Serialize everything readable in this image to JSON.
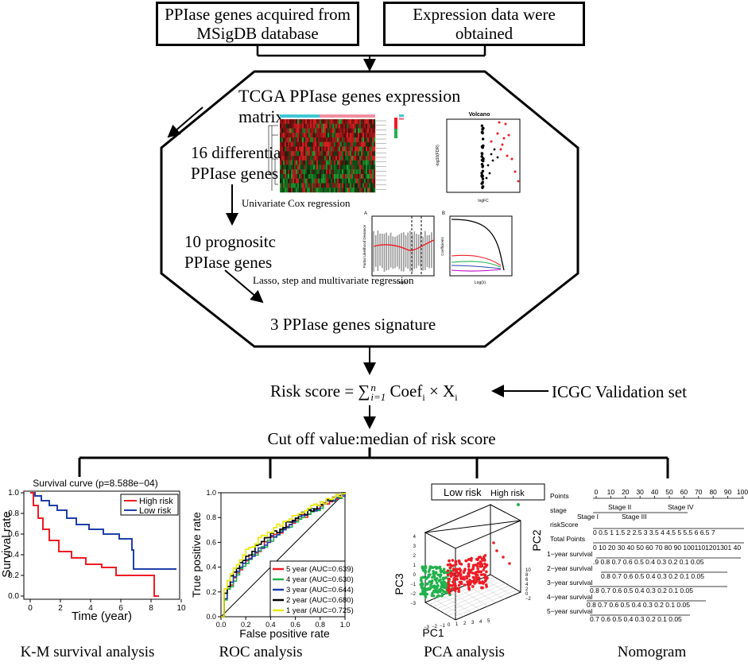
{
  "source_boxes": {
    "left": "PPIase genes acquired from MSigDB database",
    "left_line1": "PPIase genes acquired from",
    "left_line2": "MSigDB database",
    "right": "Expression data were obtained"
  },
  "octagon": {
    "title": "TCGA PPIase genes expression matrix",
    "diff_genes_line1": "16 differential",
    "diff_genes_line2": "PPIase genes",
    "univariate": "Univariate Cox regression",
    "prog_genes_line1": "10 prognositc",
    "prog_genes_line2": "PPIase genes",
    "lasso": "Lasso, step and multivariate regression",
    "signature": "3 PPIase genes signature",
    "volcano_title": "Volcano",
    "volcano_xlabel": "logFC",
    "volcano_ylabel": "-log10(FDR)",
    "lasso_a_label": "A",
    "lasso_b_label": "B",
    "lasso_xlabel": "Log(λ)",
    "lasso_a_ylabel": "Partial Likelihood Deviance",
    "lasso_b_ylabel": "Coefficients"
  },
  "formula": {
    "risk_score": "Risk score = ∑",
    "sub": "i=1",
    "sup": "n",
    "rest": " Coef",
    "coef_sub": "i",
    "times": " × X",
    "x_sub": "i",
    "validation": "ICGC Validation set"
  },
  "cutoff": "Cut off value:median of risk score",
  "km": {
    "title": "Survival curve (p=8.588e−04)",
    "ylabel": "Survival rate",
    "xlabel": "Time (year)",
    "legend_high": "High risk",
    "legend_low": "Low risk",
    "yticks": [
      "0.0",
      "0.2",
      "0.4",
      "0.6",
      "0.8",
      "1.0"
    ],
    "xticks": [
      "0",
      "2",
      "4",
      "6",
      "8",
      "10"
    ],
    "caption": "K-M survival analysis",
    "colors": {
      "high": "#ee1c25",
      "low": "#1f3fa8"
    }
  },
  "roc": {
    "ylabel": "True positive rate",
    "xlabel": "False positive rate",
    "yticks": [
      "0.0",
      "0.2",
      "0.4",
      "0.6",
      "0.8",
      "1.0"
    ],
    "xticks": [
      "0.0",
      "0.2",
      "0.4",
      "0.6",
      "0.8",
      "1.0"
    ],
    "legend": [
      {
        "label": "5 year (AUC=0.639)",
        "color": "#ee1c25"
      },
      {
        "label": "4 year (AUC=0.630)",
        "color": "#22b14c"
      },
      {
        "label": "3 year (AUC=0.644)",
        "color": "#1f3fa8"
      },
      {
        "label": "2 year (AUC=0.680)",
        "color": "#000000"
      },
      {
        "label": "1 year (AUC=0.725)",
        "color": "#e8e800"
      }
    ],
    "caption": "ROC analysis"
  },
  "pca": {
    "legend_low": "Low risk",
    "legend_high": "High risk",
    "pc1": "PC1",
    "pc2": "PC2",
    "pc3": "PC3",
    "caption": "PCA analysis",
    "colors": {
      "low": "#22b14c",
      "high": "#ee1c25"
    }
  },
  "nomogram": {
    "rows": [
      "Points",
      "stage",
      "riskScore",
      "Total Points",
      "1−year survival",
      "2−year survival",
      "3−year survival",
      "4−year survival",
      "5−year survival"
    ],
    "points_ticks": [
      "0",
      "10",
      "20",
      "30",
      "40",
      "50",
      "60",
      "70",
      "80",
      "90",
      "100"
    ],
    "stage_labels": [
      "Stage II",
      "Stage IV",
      "Stage I",
      "Stage III"
    ],
    "risk_ticks": "0 0.5 1 1.5 2 2.5 3 3.5 4 4.5 5 5.5 6 6.5 7",
    "total_ticks": "0 10 20 30 40 50 60 70 80 90 1001101201301 40",
    "surv1": ".9          0.8        0.7   0.6  0.5 0.4 0.3 0.2  0.1 0.05",
    "surv2": "0.8     0.7    0.6  0.5 0.4 0.3 0.2  0.1 0.05",
    "surv3": "0.8     0.7    0.6  0.5 0.4 0.3 0.2  0.1 0.05",
    "surv4": "0.8    0.7   0.6  0.5 0.4 0.3 0.2  0.1 0.05",
    "surv5": "0.7   0.6  0.5 0.4 0.3 0.2  0.1 0.05",
    "caption": "Nomogram"
  }
}
